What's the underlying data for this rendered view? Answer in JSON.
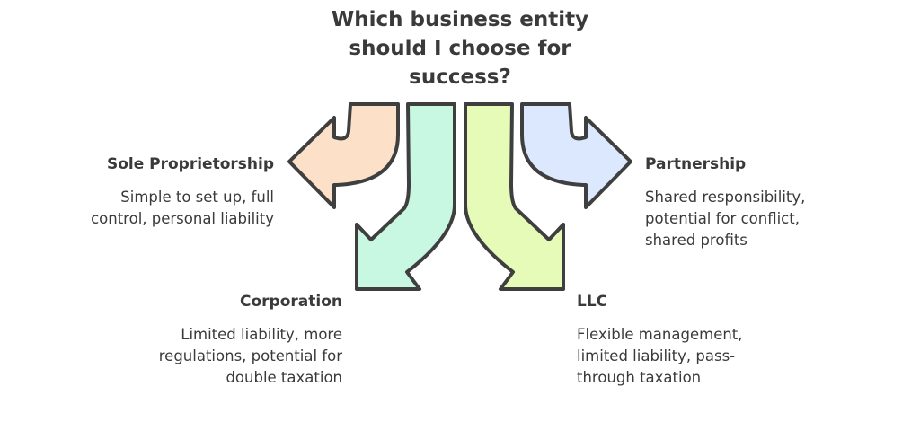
{
  "title_lines": [
    "Which business entity",
    "should I choose for",
    "success?"
  ],
  "options": {
    "sole": {
      "label": "Sole Proprietorship",
      "desc": [
        "Simple to set up, full",
        "control, personal liability"
      ],
      "color": "#fde0c8"
    },
    "partnership": {
      "label": "Partnership",
      "desc": [
        "Shared responsibility,",
        "potential for conflict,",
        "shared profits"
      ],
      "color": "#dce8fd"
    },
    "corporation": {
      "label": "Corporation",
      "desc": [
        "Limited liability, more",
        "regulations, potential for",
        "double taxation"
      ],
      "color": "#c8f7e2"
    },
    "llc": {
      "label": "LLC",
      "desc": [
        "Flexible management,",
        "limited liability, pass-",
        "through taxation"
      ],
      "color": "#e6fbb8"
    }
  }
}
